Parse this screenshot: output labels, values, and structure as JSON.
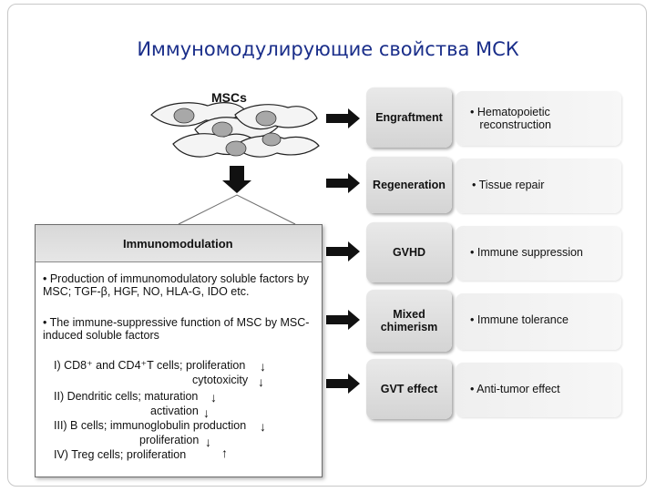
{
  "page": {
    "title": "Иммуномодулирующие свойства МСК"
  },
  "diagram": {
    "source_label": "MSCs",
    "immunomodulation": {
      "header": "Immunomodulation",
      "bullet1": "• Production of immunomodulatory soluble factors by MSC; TGF-β, HGF, NO, HLA-G, IDO etc.",
      "bullet2": "• The immune-suppressive function of MSC by MSC-induced soluble factors",
      "item1_line1": "I)  CD8⁺ and CD4⁺T cells; proliferation",
      "item1_line2": "cytotoxicity",
      "item2_line1": "II) Dendritic cells; maturation",
      "item2_line2": "activation",
      "item3_line1": "III) B cells; immunoglobulin production",
      "item3_line2": "proliferation",
      "item4_line1": "IV) Treg cells; proliferation",
      "down_arrow": "↓",
      "up_arrow": "↑"
    },
    "outcomes": [
      {
        "label": "Engraftment",
        "effect": "• Hematopoietic\n   reconstruction"
      },
      {
        "label": "Regeneration",
        "effect": "• Tissue repair"
      },
      {
        "label": "GVHD",
        "effect": "• Immune suppression"
      },
      {
        "label": "Mixed\nchimerism",
        "effect": "• Immune tolerance"
      },
      {
        "label": "GVT effect",
        "effect": "• Anti-tumor effect"
      }
    ],
    "colors": {
      "title": "#1a2e8a",
      "cell_fill": "#f4f4f4",
      "nucleus_fill": "#a8a8a8",
      "arrow": "#111111"
    }
  }
}
